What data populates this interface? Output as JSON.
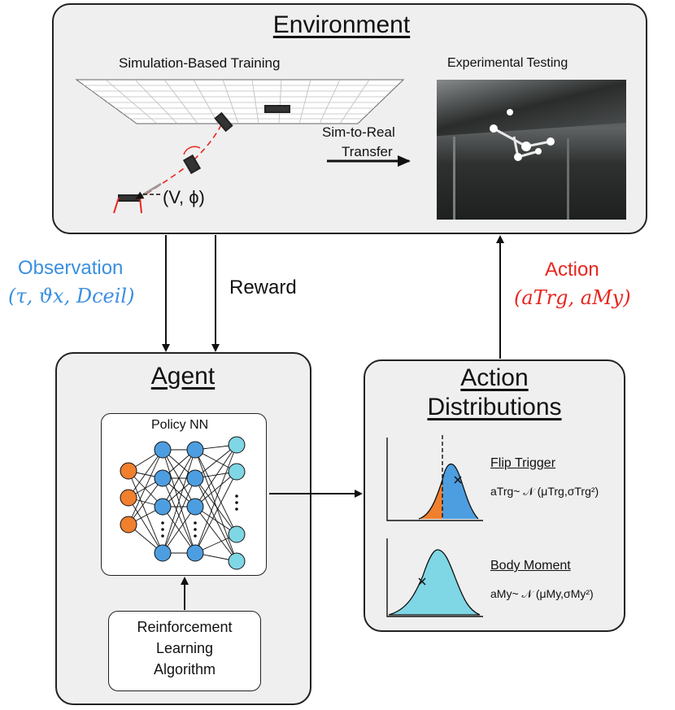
{
  "environment": {
    "title": "Environment",
    "sim_label": "Simulation-Based Training",
    "exp_label": "Experimental Testing",
    "transfer_label_1": "Sim-to-Real",
    "transfer_label_2": "Transfer",
    "state_label": "(V, ϕ)"
  },
  "observation": {
    "label": "Observation",
    "formula": "(τ, ϑx, Dceil)"
  },
  "reward": {
    "label": "Reward"
  },
  "action": {
    "label": "Action",
    "formula": "(aTrg, aMy)"
  },
  "agent": {
    "title": "Agent",
    "policy_label": "Policy NN",
    "rl_line1": "Reinforcement",
    "rl_line2": "Learning",
    "rl_line3": "Algorithm"
  },
  "distributions": {
    "title_line1": "Action",
    "title_line2": "Distributions",
    "flip_label": "Flip Trigger",
    "flip_formula": "aTrg~ 𝒩 (μTrg,σTrg²)",
    "moment_label": "Body Moment",
    "moment_formula": "aMy~ 𝒩 (μMy,σMy²)"
  },
  "colors": {
    "observation": "#3a8fe0",
    "action": "#e8261f",
    "input_node": "#f07f2e",
    "hidden_node": "#4d9ee0",
    "output_node": "#7fd6e4",
    "flip_fill_right": "#4d9ee0",
    "flip_fill_left": "#f07f2e",
    "moment_fill": "#7fd6e4",
    "trajectory": "#e8261f"
  }
}
